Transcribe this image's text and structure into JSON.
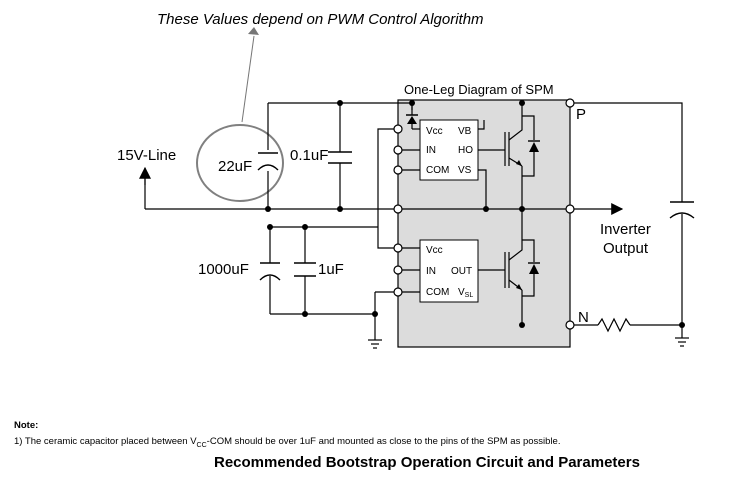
{
  "annotation": "These Values depend on PWM Control Algorithm",
  "spm": {
    "title": "One-Leg Diagram of SPM",
    "high_side_pins": {
      "vcc": "Vcc",
      "vb": "VB",
      "in": "IN",
      "ho": "HO",
      "com": "COM",
      "vs": "VS"
    },
    "low_side_pins": {
      "vcc": "Vcc",
      "in": "IN",
      "out": "OUT",
      "com": "COM",
      "vsl_main": "V",
      "vsl_sub": "SL"
    }
  },
  "labels": {
    "line_15v": "15V-Line",
    "cap_22uf": "22uF",
    "cap_01uf": "0.1uF",
    "cap_1000uf": "1000uF",
    "cap_1uf": "1uF",
    "terminal_p": "P",
    "terminal_n": "N",
    "inverter_line1": "Inverter",
    "inverter_line2": "Output"
  },
  "note": {
    "title": "Note:",
    "line_prefix": "1) The ceramic capacitor placed between V",
    "line_sub": "CC",
    "line_suffix": "-COM should be over 1uF and mounted as close to the pins of the SPM as possible."
  },
  "caption": "Recommended Bootstrap Operation Circuit and Parameters"
}
